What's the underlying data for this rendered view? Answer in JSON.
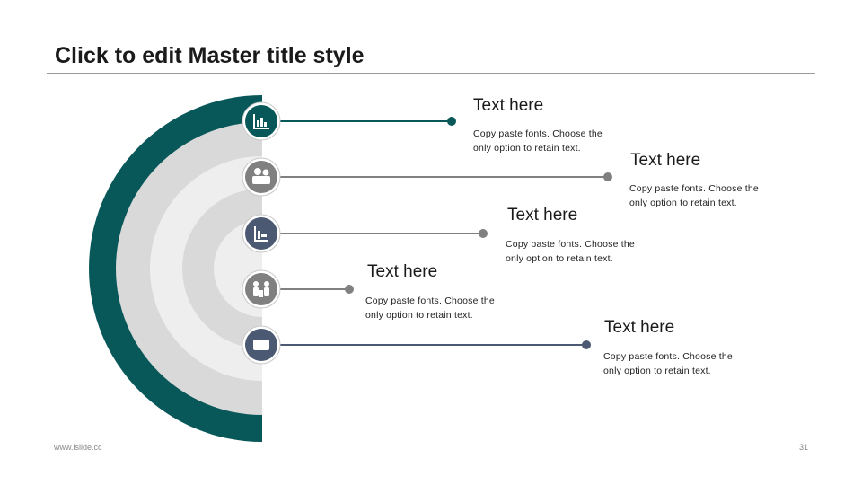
{
  "slide": {
    "title": "Click to edit Master title style",
    "footer": "www.islide.cc",
    "page_number": "31"
  },
  "colors": {
    "teal": "#08585A",
    "slate": "#4B5A72",
    "gray": "#808080",
    "ring_light": "#D9D9D9",
    "ring_lighter": "#EEEEEE"
  },
  "items": [
    {
      "icon": "chart-icon",
      "heading": "Text here",
      "body": "Copy paste fonts. Choose the only option to retain text."
    },
    {
      "icon": "people-icon",
      "heading": "Text here",
      "body": "Copy paste fonts. Choose the only option to retain text."
    },
    {
      "icon": "bar-chart-icon",
      "heading": "Text here",
      "body": "Copy paste fonts. Choose the only option to retain text."
    },
    {
      "icon": "team-icon",
      "heading": "Text here",
      "body": "Copy paste fonts. Choose the only option to retain text."
    },
    {
      "icon": "screen-icon",
      "heading": "Text here",
      "body": "Copy paste fonts. Choose the only option to retain text."
    }
  ]
}
